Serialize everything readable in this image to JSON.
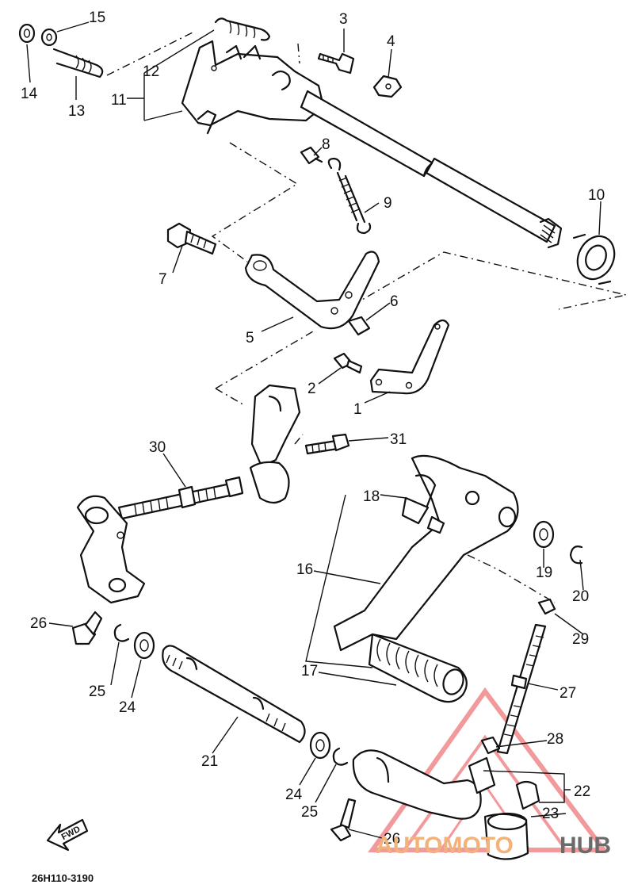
{
  "diagram": {
    "callouts": [
      {
        "id": "c1",
        "label": "1"
      },
      {
        "id": "c2",
        "label": "2"
      },
      {
        "id": "c3",
        "label": "3"
      },
      {
        "id": "c4",
        "label": "4"
      },
      {
        "id": "c5",
        "label": "5"
      },
      {
        "id": "c6",
        "label": "6"
      },
      {
        "id": "c7",
        "label": "7"
      },
      {
        "id": "c8",
        "label": "8"
      },
      {
        "id": "c9",
        "label": "9"
      },
      {
        "id": "c10",
        "label": "10"
      },
      {
        "id": "c11",
        "label": "11"
      },
      {
        "id": "c12",
        "label": "12"
      },
      {
        "id": "c13",
        "label": "13"
      },
      {
        "id": "c14",
        "label": "14"
      },
      {
        "id": "c15",
        "label": "15"
      },
      {
        "id": "c16",
        "label": "16"
      },
      {
        "id": "c17",
        "label": "17"
      },
      {
        "id": "c18",
        "label": "18"
      },
      {
        "id": "c19",
        "label": "19"
      },
      {
        "id": "c20",
        "label": "20"
      },
      {
        "id": "c21",
        "label": "21"
      },
      {
        "id": "c22",
        "label": "22"
      },
      {
        "id": "c23",
        "label": "23"
      },
      {
        "id": "c24a",
        "label": "24"
      },
      {
        "id": "c24b",
        "label": "24"
      },
      {
        "id": "c25a",
        "label": "25"
      },
      {
        "id": "c25b",
        "label": "25"
      },
      {
        "id": "c26a",
        "label": "26"
      },
      {
        "id": "c26b",
        "label": "26"
      },
      {
        "id": "c27",
        "label": "27"
      },
      {
        "id": "c28",
        "label": "28"
      },
      {
        "id": "c29",
        "label": "29"
      },
      {
        "id": "c30",
        "label": "30"
      },
      {
        "id": "c31",
        "label": "31"
      }
    ],
    "drawing_code": "26H110-3190",
    "direction_label": "FWD"
  },
  "watermark": {
    "text_orange": "AUTOMOTO",
    "text_gray": "HUB",
    "color_accent": "#e8464a",
    "color_orange": "#f3b27a",
    "color_gray": "#6b6b6b"
  }
}
